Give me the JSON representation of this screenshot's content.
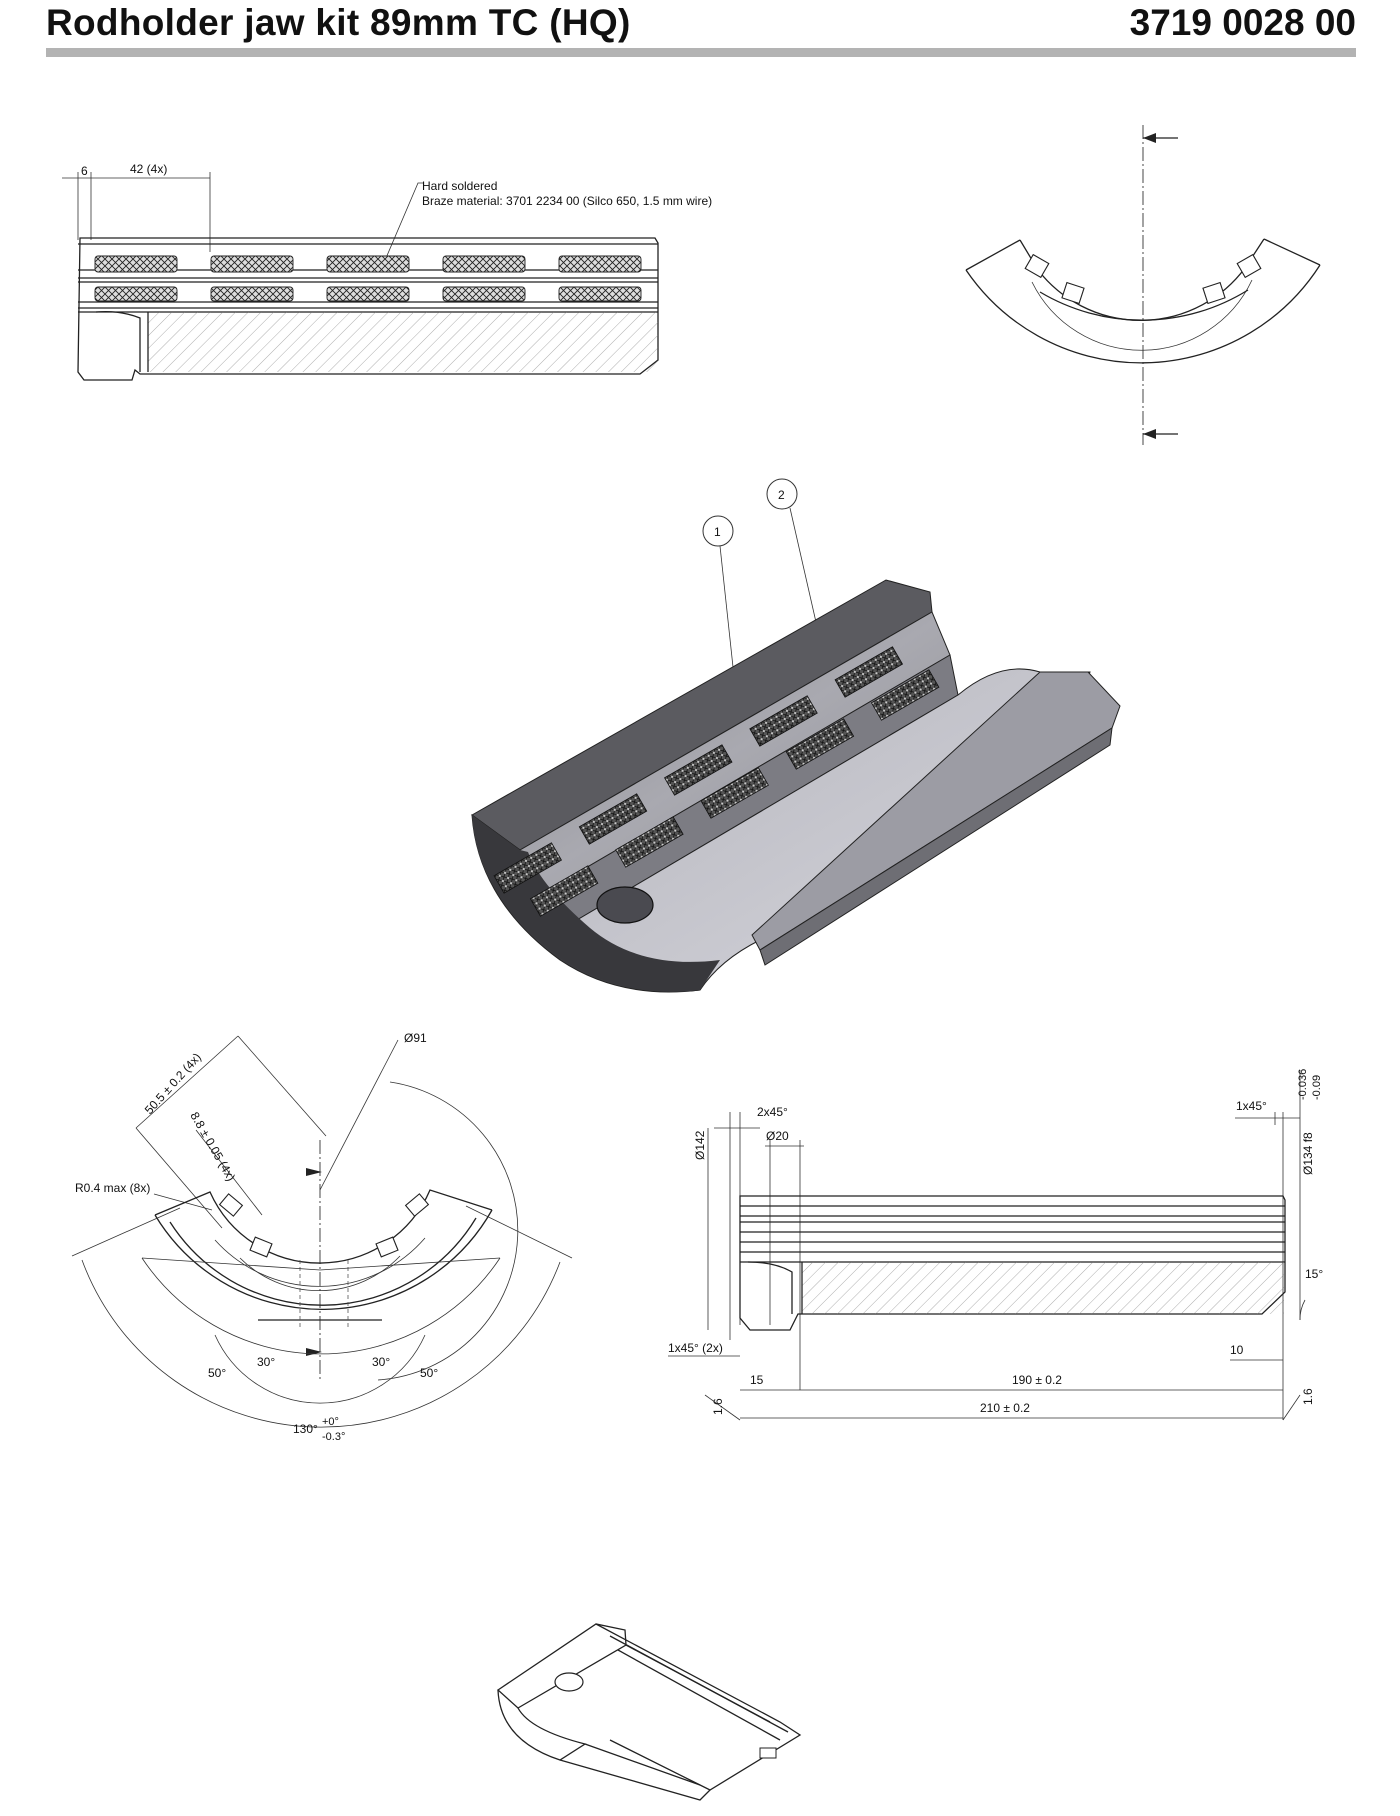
{
  "header": {
    "title": "Rodholder jaw kit 89mm TC (HQ)",
    "part_number": "3719 0028 00"
  },
  "top_view": {
    "dim_6": "6",
    "dim_42": "42 (4x)",
    "note_line1": "Hard soldered",
    "note_line2": "Braze material: 3701 2234 00 (Silco 650, 1.5 mm wire)"
  },
  "iso_view": {
    "balloon_1": "1",
    "balloon_2": "2"
  },
  "end_view": {
    "dia_91": "Ø91",
    "dim_505": "50.5 ± 0.2 (4x)",
    "dim_88": "8.8 ± 0.05 (4x)",
    "r04": "R0.4 max (8x)",
    "ang_30_left": "30°",
    "ang_30_right": "30°",
    "ang_50_left": "50°",
    "ang_50_right": "50°",
    "ang_130": "130°",
    "tol_plus": "+0°",
    "tol_minus": "-0.3°"
  },
  "side_view": {
    "dia_142": "Ø142",
    "chamfer_2x45": "2x45°",
    "dia_20": "Ø20",
    "chamfer_1x45": "1x45°",
    "dia_134": "Ø134 f8",
    "tol_upper": "-0.036",
    "tol_lower": "-0.09",
    "ang_15": "15°",
    "chamfer_1x45_2x": "1x45° (2x)",
    "dim_10": "10",
    "dim_15": "15",
    "dim_190": "190 ± 0.2",
    "dim_210": "210 ± 0.2",
    "dim_16_left": "1.6",
    "dim_16_right": "1.6"
  }
}
